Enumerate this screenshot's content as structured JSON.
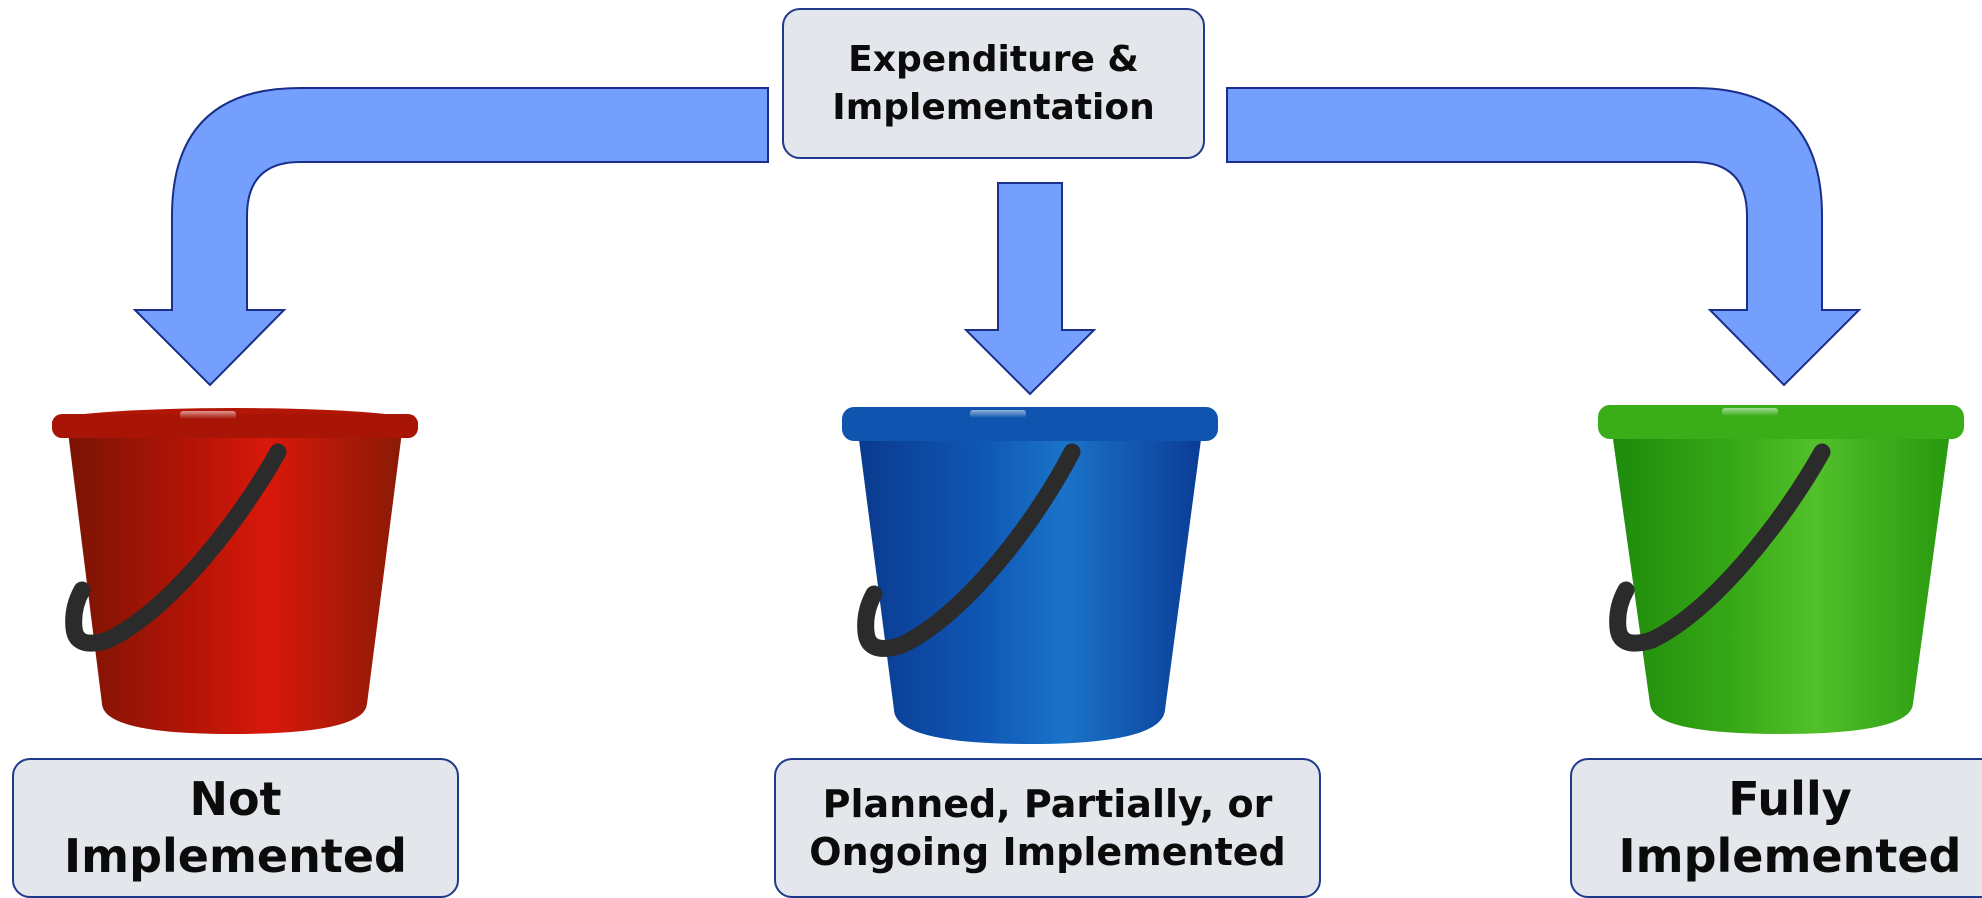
{
  "top_label": {
    "line1": "Expenditure &",
    "line2": "Implementation"
  },
  "buckets": [
    {
      "line1": "Not",
      "line2": "Implemented",
      "color": "#c81408"
    },
    {
      "line1": "Planned, Partially, or",
      "line2": "Ongoing Implemented",
      "color": "#1363c0"
    },
    {
      "line1": "Fully",
      "line2": "Implemented",
      "color": "#3bb21a"
    }
  ],
  "colors": {
    "arrow_fill": "#759ffc",
    "arrow_stroke": "#1a2f8a",
    "label_bg": "#e3e6ea",
    "label_border": "#1f3a8a",
    "handle": "#2b2b2b"
  }
}
